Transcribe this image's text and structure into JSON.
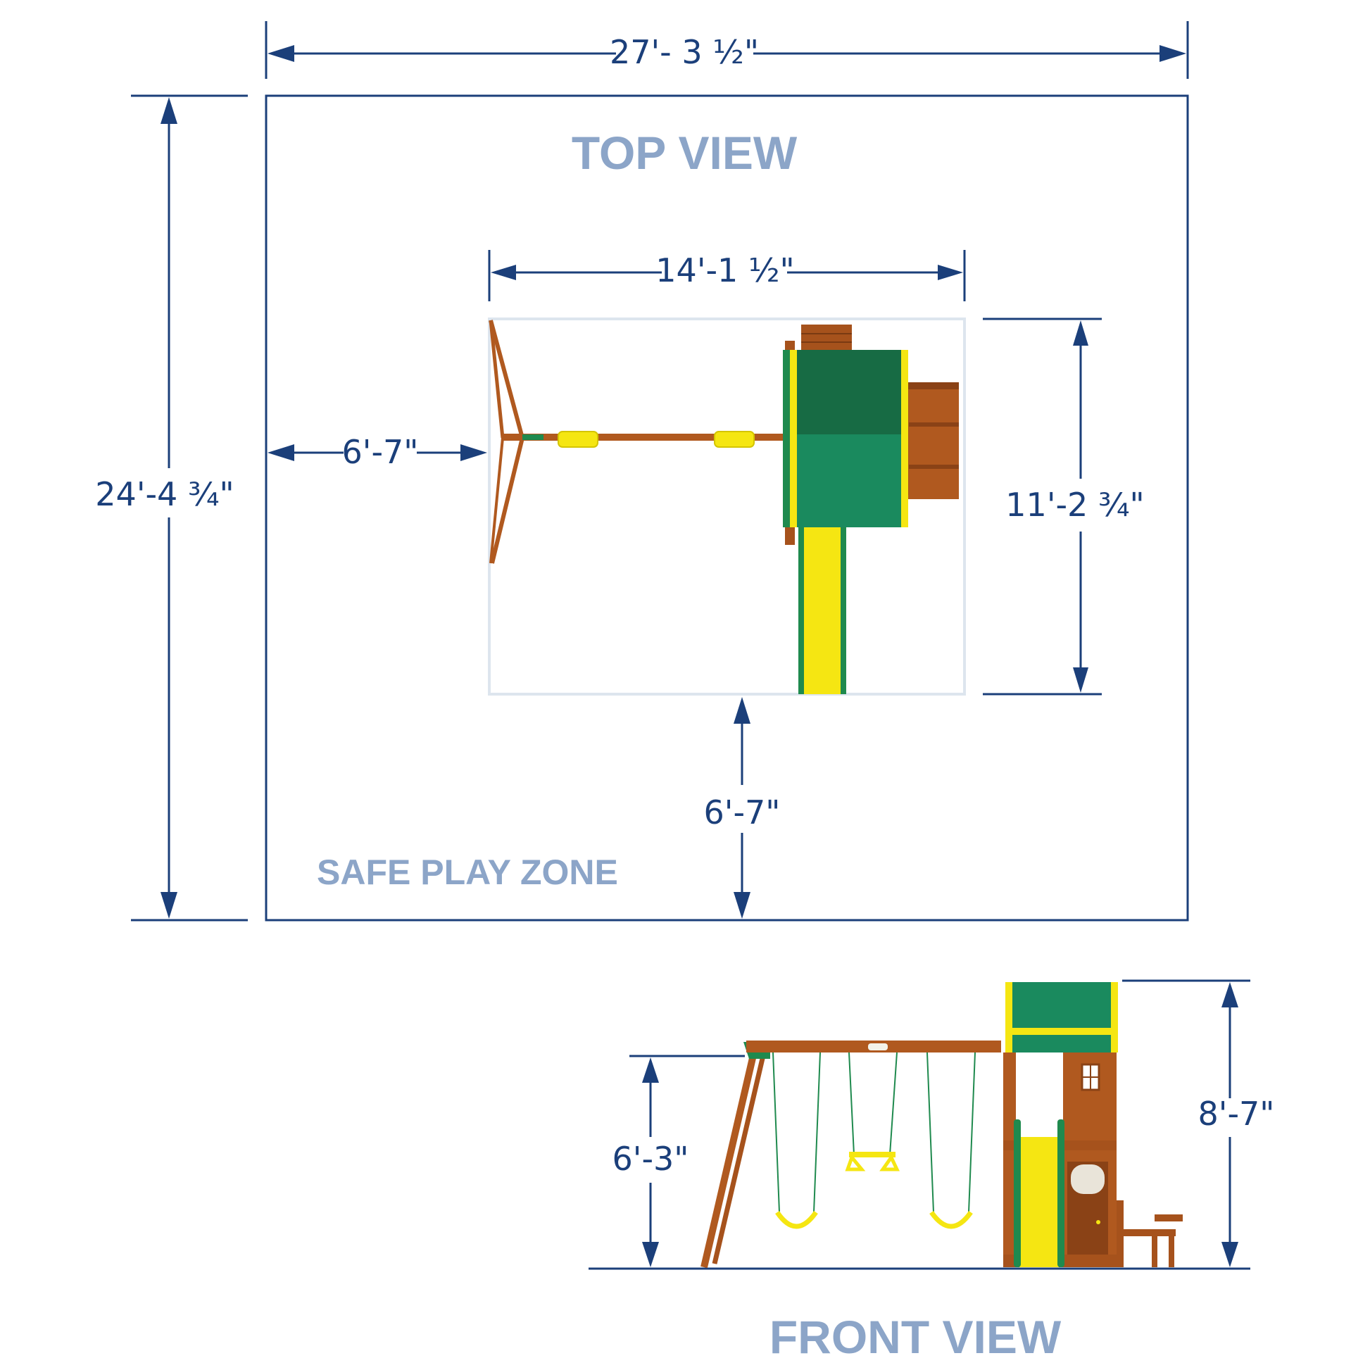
{
  "colors": {
    "dimension": "#1b3f7a",
    "heading": "#8ca5c8",
    "wood": "#b0591f",
    "wood_dark": "#8a4216",
    "canopy": "#1a8a5e",
    "canopy_dark": "#176b44",
    "trim_green": "#1f8a4e",
    "slide_yellow": "#f5e612",
    "footprint_border": "#dde5ee"
  },
  "top_view": {
    "title": "TOP VIEW",
    "zone_label": "SAFE PLAY ZONE",
    "dimensions": {
      "overall_width": "27'- 3 ½\"",
      "overall_depth": "24'-4 ¾\"",
      "unit_width": "14'-1 ½\"",
      "unit_depth": "11'-2 ¾\"",
      "clearance_left": "6'-7\"",
      "clearance_front": "6'-7\""
    }
  },
  "front_view": {
    "title": "FRONT VIEW",
    "dimensions": {
      "beam_height": "6'-3\"",
      "overall_height": "8'-7\""
    }
  }
}
